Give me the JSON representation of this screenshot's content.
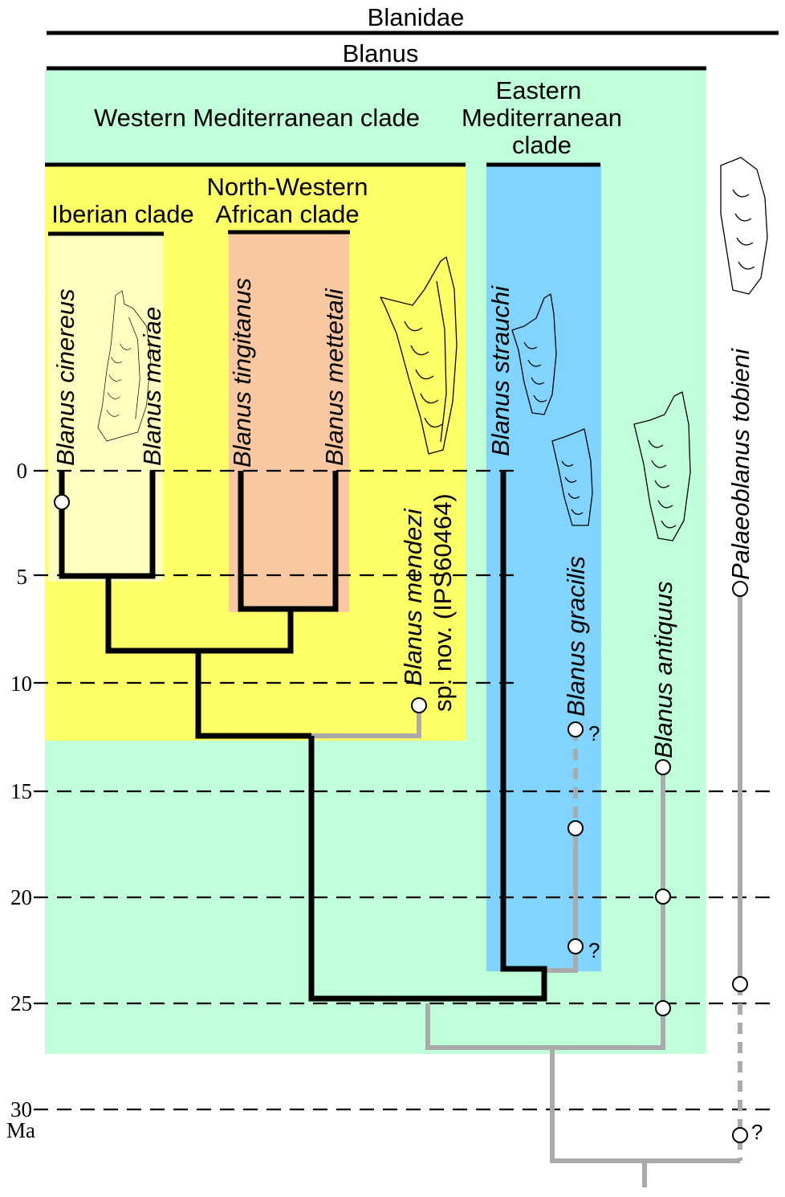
{
  "headers": {
    "family": "Blanidae",
    "genus": "Blanus",
    "western_clade": "Western Mediterranean clade",
    "eastern_clade": [
      "Eastern",
      "Mediterranean",
      "clade"
    ],
    "nw_african_clade": [
      "North-Western",
      "African clade"
    ],
    "iberian_clade": "Iberian clade"
  },
  "time_axis": {
    "unit": "Ma",
    "ticks": [
      "0",
      "5",
      "10",
      "15",
      "20",
      "25",
      "30"
    ]
  },
  "taxa": {
    "cinereus": "Blanus cinereus",
    "mariae": "Blanus mariae",
    "tingitanus": "Blanus tingitanus",
    "mettetali": "Blanus mettetali",
    "mendezi": [
      "Blanus mendezi",
      "sp. nov. (IPS60464)"
    ],
    "strauchi": "Blanus strauchi",
    "gracilis": "Blanus gracilis",
    "antiquus": "Blanus antiquus",
    "tobieni": "Palaeoblanus tobieni"
  },
  "uncertain_marker": "?",
  "colors": {
    "blanus_bg": "#bfffd9",
    "western_bg": "#ffff66",
    "iberian_bg": "#ffffc0",
    "nw_african_bg": "#fac8a0",
    "eastern_bg": "#80d4ff",
    "extant_branch": "#000000",
    "fossil_branch": "#aaaaaa"
  }
}
